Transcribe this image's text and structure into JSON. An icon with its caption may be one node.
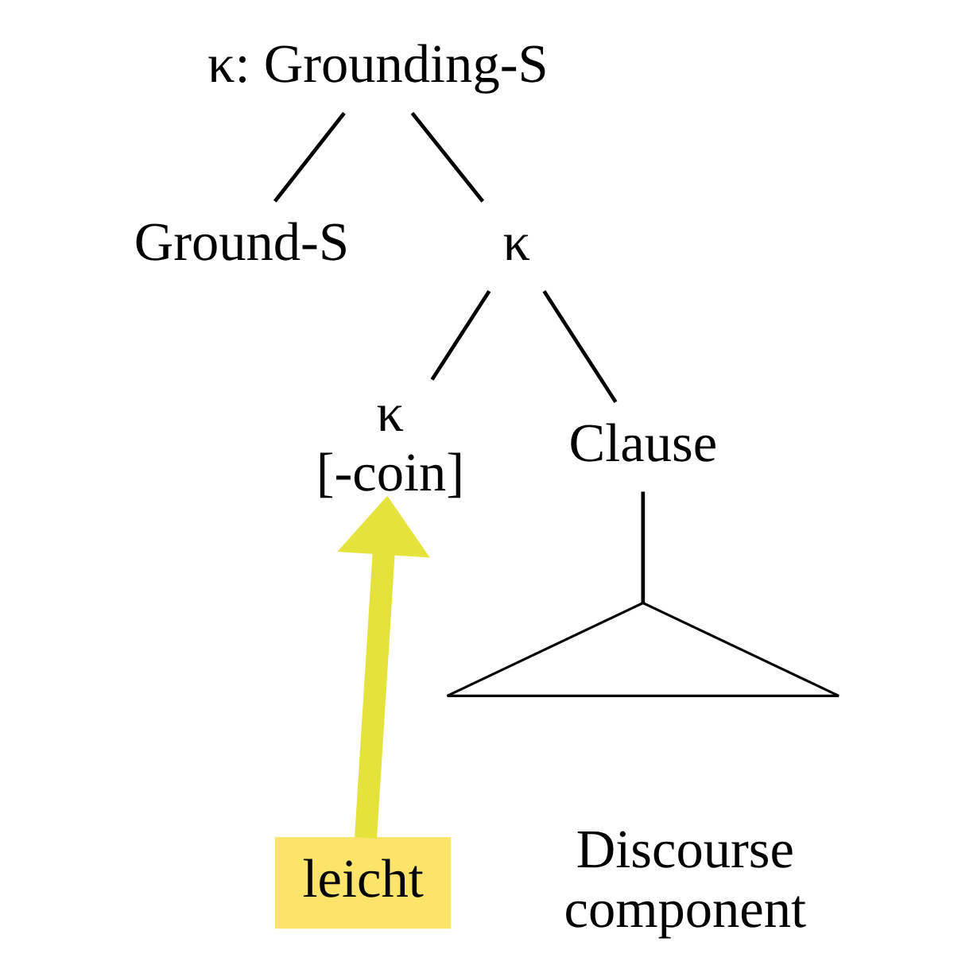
{
  "diagram": {
    "nodes": [
      {
        "text": [
          "κ: Grounding-S"
        ]
      },
      {
        "text": [
          "Ground-S"
        ]
      },
      {
        "text": [
          "κ"
        ]
      },
      {
        "text": [
          "κ",
          "[-coin]"
        ]
      },
      {
        "text": [
          "Clause"
        ]
      },
      {
        "text": [],
        "shape": "triangle"
      },
      {
        "text": [
          "Discourse component"
        ]
      },
      {
        "text": [
          "leicht"
        ]
      }
    ],
    "edges": [
      {
        "from": 0,
        "to": 1,
        "arrow": "none"
      },
      {
        "from": 0,
        "to": 2,
        "arrow": "none"
      },
      {
        "from": 2,
        "to": 3,
        "arrow": "none"
      },
      {
        "from": 2,
        "to": 4,
        "arrow": "none"
      },
      {
        "from": 4,
        "to": 5,
        "arrow": "none"
      },
      {
        "from": 7,
        "to": 3,
        "arrow": "to",
        "style": "thick",
        "color": "#e6e23c"
      }
    ]
  }
}
